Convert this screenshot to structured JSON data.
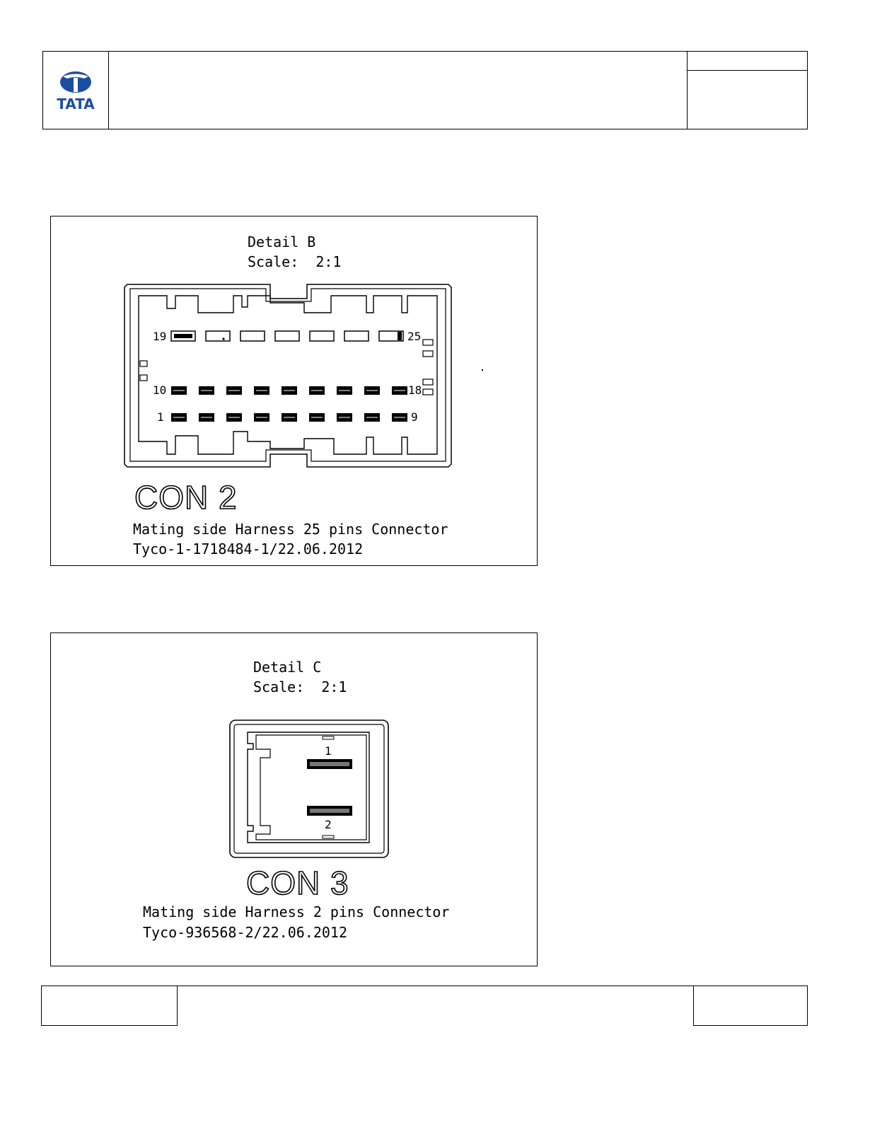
{
  "header": {
    "logo_text": "TATA"
  },
  "detail_b": {
    "title": "Detail B",
    "scale": "Scale:  2:1",
    "connector_label": "CON 2",
    "description": "Mating side Harness 25 pins Connector",
    "part": "Tyco-1-1718484-1/22.06.2012",
    "pin_labels": {
      "top_left": "19",
      "top_right": "25",
      "mid_left": "10",
      "mid_right": "18",
      "bottom_left": "1",
      "bottom_right": "9"
    }
  },
  "detail_c": {
    "title": "Detail C",
    "scale": "Scale:  2:1",
    "connector_label": "CON 3",
    "description": "Mating side Harness 2 pins Connector",
    "part": "Tyco-936568-2/22.06.2012",
    "pin_labels": {
      "pin_1": "1",
      "pin_2": "2"
    }
  }
}
